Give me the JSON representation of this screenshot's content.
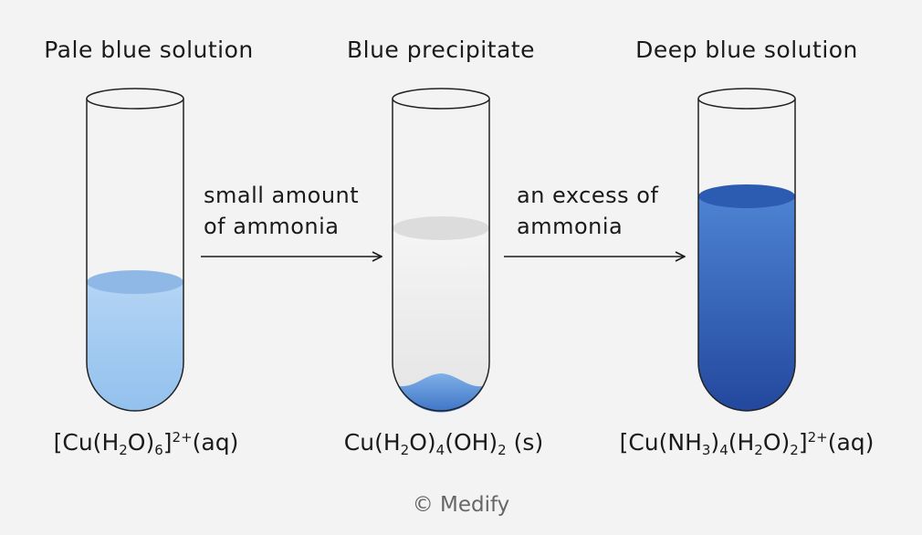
{
  "tubes": [
    {
      "title": "Pale blue solution",
      "formula": [
        [
          "t",
          "[Cu(H"
        ],
        [
          "sub",
          "2"
        ],
        [
          "t",
          "O)"
        ],
        [
          "sub",
          "6"
        ],
        [
          "t",
          "]"
        ],
        [
          "sup",
          "2+"
        ],
        [
          "t",
          "(aq)"
        ]
      ],
      "colors": {
        "liquid_top": "#b3d4f4",
        "liquid_bottom": "#93c1ee",
        "surface": "#8fb8e6"
      }
    },
    {
      "title": "Blue precipitate",
      "formula": [
        [
          "t",
          "Cu(H"
        ],
        [
          "sub",
          "2"
        ],
        [
          "t",
          "O)"
        ],
        [
          "sub",
          "4"
        ],
        [
          "t",
          "(OH)"
        ],
        [
          "sub",
          "2"
        ],
        [
          "t",
          " (s)"
        ]
      ],
      "colors": {
        "liquid_top": "#f5f5f5",
        "liquid_bottom": "#e4e4e4",
        "surface": "#dcdcdc",
        "precipitate_top": "#7fb0e8",
        "precipitate_bottom": "#3d74c6"
      }
    },
    {
      "title": "Deep blue solution",
      "formula": [
        [
          "t",
          "[Cu(NH"
        ],
        [
          "sub",
          "3"
        ],
        [
          "t",
          ")"
        ],
        [
          "sub",
          "4"
        ],
        [
          "t",
          "(H"
        ],
        [
          "sub",
          "2"
        ],
        [
          "t",
          "O)"
        ],
        [
          "sub",
          "2"
        ],
        [
          "t",
          "]"
        ],
        [
          "sup",
          "2+"
        ],
        [
          "t",
          "(aq)"
        ]
      ],
      "colors": {
        "liquid_top": "#4d83d2",
        "liquid_bottom": "#23489e",
        "surface": "#2c5bb2"
      }
    }
  ],
  "arrows": [
    {
      "line1": "small amount",
      "line2": "of ammonia"
    },
    {
      "line1": "an excess of",
      "line2": "ammonia"
    }
  ],
  "copyright": "© Medify"
}
